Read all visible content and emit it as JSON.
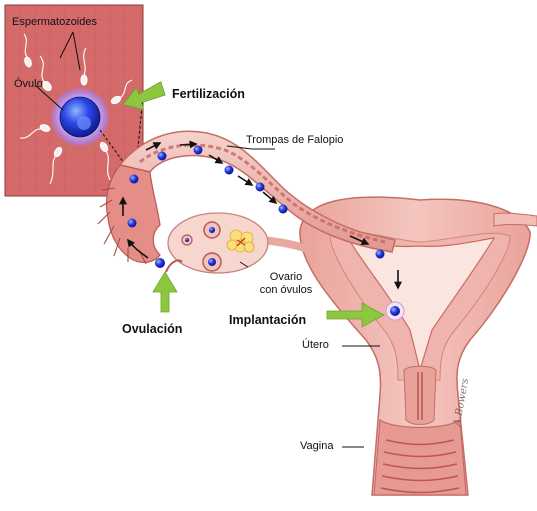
{
  "labels": {
    "sperm": "Espermatozoides",
    "ovum": "Óvulo",
    "fertilization": "Fertilización",
    "fallopian_tubes": "Trompas de Falopio",
    "ovary_line1": "Ovario",
    "ovary_line2": "con óvulos",
    "ovulation": "Ovulación",
    "implantation": "Implantación",
    "uterus": "Útero",
    "vagina": "Vagina"
  },
  "signature": "A.Bowers",
  "colors": {
    "inset_bg": "#d96b6b",
    "tissue_light": "#f4c9c3",
    "tissue_mid": "#e79b94",
    "tissue_dark": "#c25a55",
    "egg_blue": "#1c2fc9",
    "arrow_green": "#8dc63f",
    "arrow_dark": "#111111"
  }
}
